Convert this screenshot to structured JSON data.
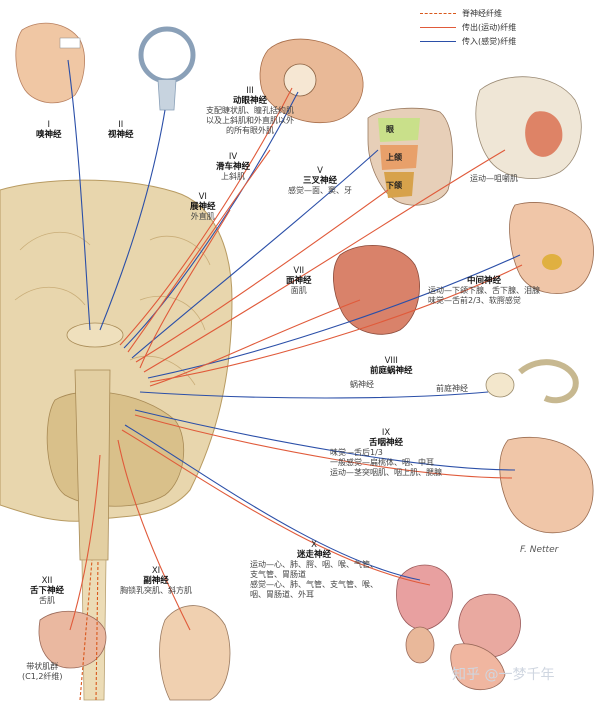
{
  "legend": [
    {
      "label": "脊神经纤维",
      "color": "#d9581c",
      "dash": true
    },
    {
      "label": "传出(运动)纤维",
      "color": "#e05a3a",
      "dash": false
    },
    {
      "label": "传入(感觉)纤维",
      "color": "#2b4fa8",
      "dash": false
    }
  ],
  "nerves": {
    "n1": {
      "num": "I",
      "title": "嗅神经"
    },
    "n2": {
      "num": "II",
      "title": "视神经"
    },
    "n3": {
      "num": "III",
      "title": "动眼神经",
      "desc": [
        "支配睫状肌、瞳孔括约肌",
        "以及上斜肌和外直肌以外",
        "的所有眼外肌"
      ]
    },
    "n4": {
      "num": "IV",
      "title": "滑车神经",
      "desc": [
        "上斜肌"
      ]
    },
    "n5": {
      "num": "V",
      "title": "三叉神经",
      "desc": [
        "感觉—面、窦、牙"
      ]
    },
    "n6": {
      "num": "VI",
      "title": "展神经",
      "desc": [
        "外直肌"
      ]
    },
    "n7": {
      "num": "VII",
      "title": "面神经",
      "desc": [
        "面肌"
      ]
    },
    "n7i": {
      "title": "中间神经",
      "desc": [
        "运动—下颌下腺、舌下腺、泪腺",
        "味觉—舌前2/3、软腭感觉"
      ]
    },
    "n8": {
      "num": "VIII",
      "title": "前庭蜗神经"
    },
    "n8c": {
      "title": "蜗神经"
    },
    "n8v": {
      "title": "前庭神经"
    },
    "n9": {
      "num": "IX",
      "title": "舌咽神经",
      "desc": [
        "味觉—舌后1/3",
        "一般感觉—扁桃体、咽、中耳",
        "运动—茎突咽肌、咽上肌、腮腺"
      ]
    },
    "n10": {
      "num": "X",
      "title": "迷走神经",
      "desc": [
        "运动—心、肺、腭、咽、喉、气管、",
        "支气管、胃肠道",
        "感觉—心、肺、气管、支气管、喉、",
        "咽、胃肠道、外耳"
      ]
    },
    "n11": {
      "num": "XI",
      "title": "副神经",
      "desc": [
        "胸锁乳突肌、斜方肌"
      ]
    },
    "n12": {
      "num": "XII",
      "title": "舌下神经",
      "desc": [
        "舌肌"
      ]
    },
    "c12": {
      "title": "带状肌群",
      "desc": [
        "(C1,2纤维)"
      ]
    },
    "masseter": {
      "title": "运动—咀嚼肌"
    }
  },
  "face_labels": [
    "眼",
    "上颌",
    "下颌"
  ],
  "signature": "F. Netter",
  "watermark": "知乎 @一梦千年"
}
